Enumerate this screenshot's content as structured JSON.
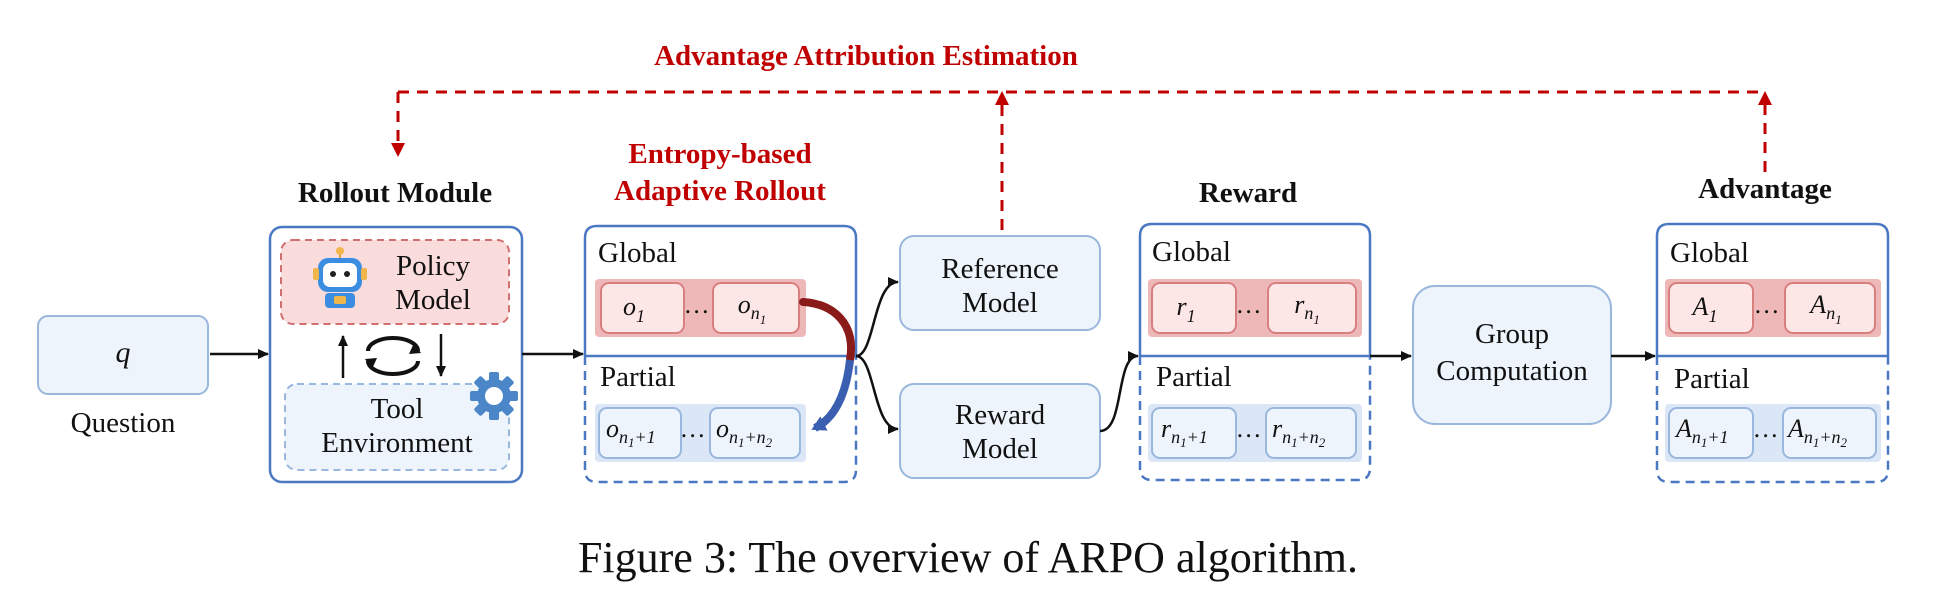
{
  "colors": {
    "blue_border": "#4a78c2",
    "light_blue_fill": "#eef4fb",
    "red_fill": "#f3c4c4",
    "red_dashed": "#d07070",
    "red_arrow": "#c00000",
    "dark_red_arrow": "#8b1a1a",
    "blue_arrow": "#3a5fb0"
  },
  "question": {
    "symbol": "q",
    "label": "Question"
  },
  "rollout_module": {
    "title": "Rollout Module",
    "policy_label_1": "Policy",
    "policy_label_2": "Model",
    "tool_label_1": "Tool",
    "tool_label_2": "Environment",
    "icons": [
      "robot-icon",
      "cycle-arrows-icon",
      "gear-icon"
    ]
  },
  "adaptive_rollout": {
    "title_1": "Entropy-based",
    "title_2": "Adaptive Rollout",
    "global_label": "Global",
    "partial_label": "Partial",
    "global_items": [
      "o",
      "…",
      "o"
    ],
    "partial_items": [
      "o",
      "…",
      "o"
    ],
    "g1_sub": "1",
    "g2_sub": "n",
    "g2_subsub": "1",
    "p1_sub": "n",
    "p1_subsub": "1",
    "p1_rest": "+1",
    "p2_sub": "n",
    "p2_subsub1": "1",
    "p2_mid": "+n",
    "p2_subsub2": "2"
  },
  "reference_model": {
    "label_1": "Reference",
    "label_2": "Model"
  },
  "reward_model": {
    "label_1": "Reward",
    "label_2": "Model"
  },
  "reward": {
    "title": "Reward",
    "global_label": "Global",
    "partial_label": "Partial",
    "symbol": "r",
    "ellipsis": "…"
  },
  "group_computation": {
    "label_1": "Group",
    "label_2": "Computation"
  },
  "advantage": {
    "title": "Advantage",
    "global_label": "Global",
    "partial_label": "Partial",
    "symbol": "A",
    "ellipsis": "…"
  },
  "feedback": {
    "title": "Advantage Attribution Estimation"
  },
  "caption": "Figure 3: The overview of ARPO algorithm."
}
